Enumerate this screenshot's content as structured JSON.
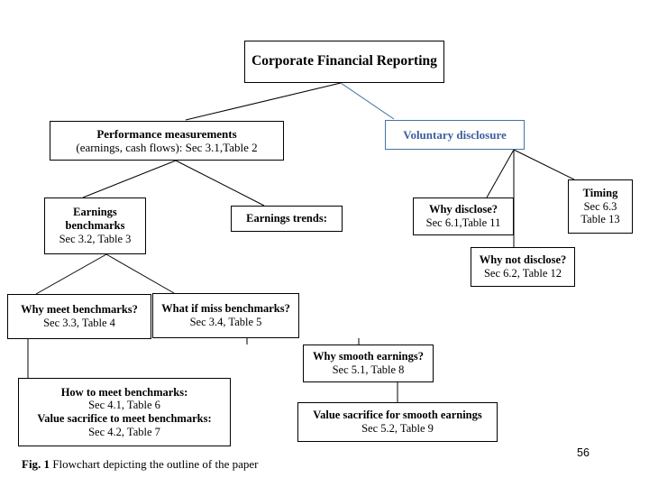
{
  "figure": {
    "caption_label": "Fig. 1",
    "caption_text": "Flowchart depicting the outline of the paper",
    "page_number": "56",
    "colors": {
      "default_line": "#000000",
      "default_text": "#000000",
      "accent_blue": "#3c5f9e",
      "accent_blue_border": "#4472a8",
      "background": "#ffffff"
    }
  },
  "nodes": {
    "title": {
      "line1": "Corporate Financial Reporting"
    },
    "performance": {
      "line1": "Performance measurements",
      "line2": "(earnings, cash flows): Sec 3.1,Table 2"
    },
    "voluntary": {
      "line1": "Voluntary disclosure"
    },
    "earnings_benchmarks": {
      "line1": "Earnings",
      "line2": "benchmarks",
      "line3": "Sec 3.2, Table 3"
    },
    "earnings_trends": {
      "line1": "Earnings trends:"
    },
    "why_disclose": {
      "line1": "Why disclose?",
      "line2": "Sec 6.1,Table 11"
    },
    "timing": {
      "line1": "Timing",
      "line2": "Sec 6.3",
      "line3": "Table 13"
    },
    "why_not_disclose": {
      "line1": "Why not disclose?",
      "line2": "Sec 6.2, Table 12"
    },
    "why_meet": {
      "line1": "Why meet benchmarks?",
      "line2": "Sec 3.3, Table 4"
    },
    "what_if_miss": {
      "line1": "What if miss benchmarks?",
      "line2": "Sec 3.4, Table 5"
    },
    "why_smooth": {
      "line1": "Why smooth earnings?",
      "line2": "Sec 5.1, Table 8"
    },
    "how_to_meet": {
      "line1": "How to meet benchmarks:",
      "line2": "Sec 4.1, Table 6",
      "line3": "Value sacrifice to meet benchmarks:",
      "line4": "Sec 4.2, Table 7"
    },
    "value_sacrifice_smooth": {
      "line1": "Value sacrifice for smooth earnings",
      "line2": "Sec 5.2, Table 9"
    }
  },
  "edges": [
    {
      "from": "title",
      "to": "performance",
      "color": "#000000"
    },
    {
      "from": "title",
      "to": "voluntary",
      "color": "#4472a8"
    },
    {
      "from": "performance",
      "to": "earnings_benchmarks",
      "color": "#000000"
    },
    {
      "from": "performance",
      "to": "earnings_trends",
      "color": "#000000"
    },
    {
      "from": "voluntary",
      "to": "why_disclose",
      "color": "#000000"
    },
    {
      "from": "voluntary",
      "to": "why_not_disclose",
      "color": "#000000"
    },
    {
      "from": "voluntary",
      "to": "timing",
      "color": "#000000"
    },
    {
      "from": "earnings_benchmarks",
      "to": "why_meet",
      "color": "#000000"
    },
    {
      "from": "earnings_benchmarks",
      "to": "what_if_miss",
      "color": "#000000"
    },
    {
      "from": "why_meet",
      "to": "how_to_meet",
      "color": "#000000"
    },
    {
      "from": "what_if_miss",
      "to": "why_smooth",
      "color": "#000000"
    },
    {
      "from": "why_smooth",
      "to": "value_sacrifice_smooth",
      "color": "#000000"
    }
  ]
}
